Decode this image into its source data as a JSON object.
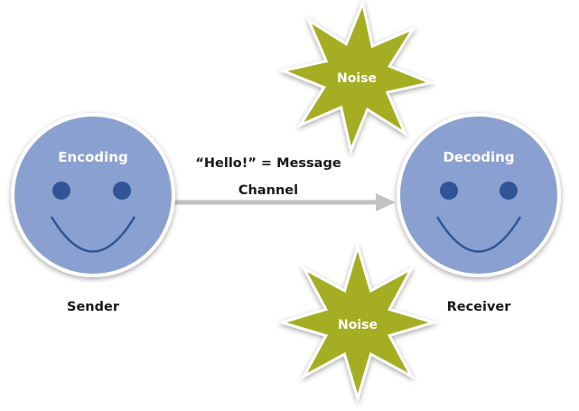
{
  "sender": {
    "encoding_label": "Encoding",
    "caption": "Sender"
  },
  "receiver": {
    "decoding_label": "Decoding",
    "caption": "Receiver"
  },
  "message_label": "“Hello!” = Message",
  "channel_label": "Channel",
  "noise_top": {
    "label": "Noise"
  },
  "noise_bottom": {
    "label": "Noise"
  },
  "colors": {
    "face_fill": "#8aa0d0",
    "face_stroke": "#ffffff",
    "face_features": "#2f5596",
    "arrow": "#c2c2c2",
    "noise_fill": "#a5ad22",
    "noise_stroke": "#ffffff",
    "caption_text": "#1a1a1a"
  }
}
